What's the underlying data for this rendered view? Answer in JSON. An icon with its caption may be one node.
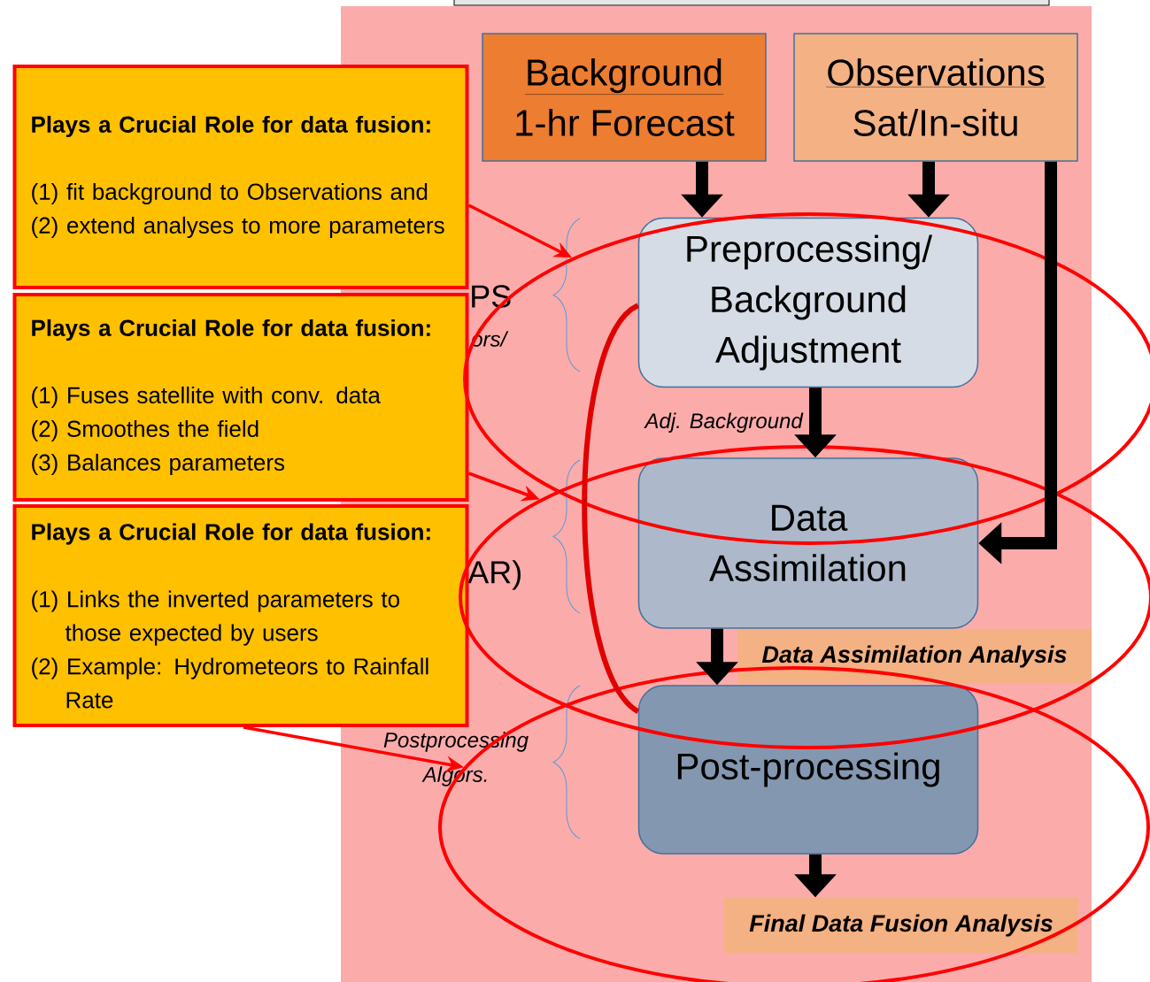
{
  "diagram": {
    "nodes": [
      {
        "text": [
          "Background",
          "1-hr Forecast"
        ]
      },
      {
        "text": [
          "Observations",
          "Sat/In-situ"
        ]
      },
      {
        "text": [],
        "shape": "ellipse"
      },
      {
        "text": [
          "Preprocessing/ Background Adjustment"
        ],
        "in": 2
      },
      {
        "text": [],
        "shape": "ellipse"
      },
      {
        "text": [
          "Data Assimilation"
        ],
        "in": 4
      },
      {
        "text": [
          "Data Assimilation Analysis"
        ],
        "in": 4
      },
      {
        "text": [],
        "shape": "ellipse"
      },
      {
        "text": [
          "Post-processing"
        ],
        "in": 7
      },
      {
        "text": [
          "Final Data Fusion Analysis"
        ],
        "in": 7
      },
      {
        "text": [
          "Plays a Crucial Role for data fusion:",
          "(1) fit background to Observations and",
          "(2) extend analyses to more parameters"
        ]
      },
      {
        "text": [
          "Plays a Crucial Role for data fusion:",
          "(1) Fuses satellite with conv. data",
          "(2) Smoothes the field",
          "(3) Balances parameters"
        ]
      },
      {
        "text": [
          "Plays a Crucial Role for data fusion:",
          "(1) Links the inverted parameters to those expected by users",
          "(2) Example: Hydrometeors to Rainfall Rate"
        ]
      }
    ],
    "edges": [
      {
        "from": 0,
        "to": 3,
        "arrow": "to"
      },
      {
        "from": 1,
        "to": 3,
        "arrow": "to"
      },
      {
        "from": 1,
        "to": 5,
        "arrow": "to"
      },
      {
        "from": 3,
        "to": 5,
        "arrow": "to",
        "label": "Adj. Background"
      },
      {
        "from": 5,
        "to": 8,
        "arrow": "to"
      },
      {
        "from": 8,
        "to": 9,
        "arrow": "to"
      },
      {
        "from": 10,
        "to": 2,
        "arrow": "to",
        "color": "#ff0000"
      },
      {
        "from": 11,
        "to": 4,
        "arrow": "to",
        "color": "#ff0000"
      },
      {
        "from": 12,
        "to": 7,
        "arrow": "to",
        "color": "#ff0000"
      },
      {
        "from": 8,
        "to": 3,
        "arrow": "none",
        "color": "#e00000"
      }
    ],
    "labels": [
      "PS",
      "ors/",
      "AR)",
      "Postprocessing Algors."
    ]
  }
}
